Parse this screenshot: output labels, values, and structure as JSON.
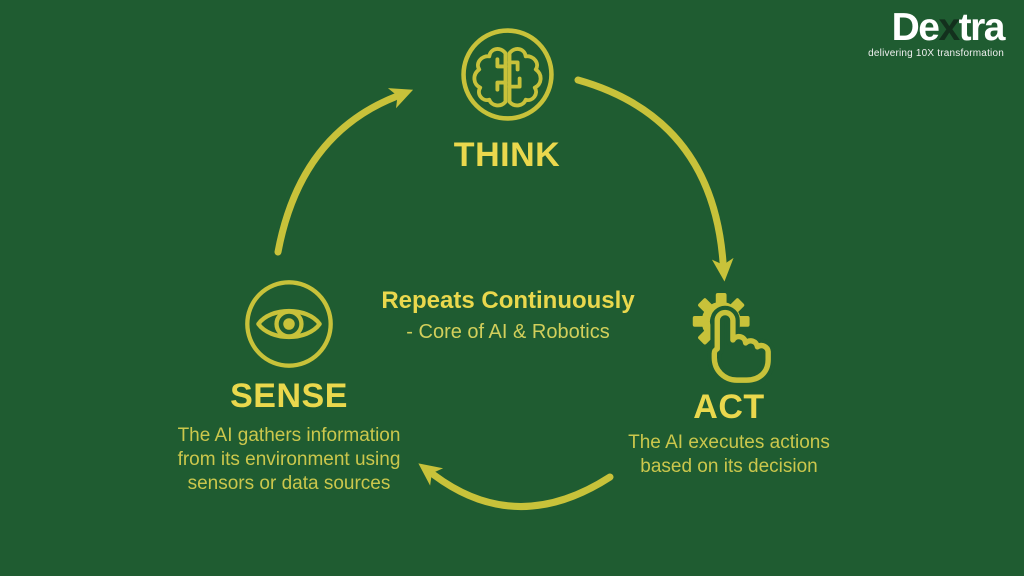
{
  "theme": {
    "background": "#1f5c31",
    "accent": "#c8c23a",
    "heading_color": "#ead84d",
    "body_color": "#cbc74c",
    "subtitle_color": "#d2cf5b",
    "logo_white": "#ffffff",
    "logo_x_color": "#13301d"
  },
  "logo": {
    "text_pre": "De",
    "text_x": "x",
    "text_post": "tra",
    "tagline": "delivering 10X transformation"
  },
  "center": {
    "title": "Repeats Continuously",
    "subtitle": "- Core of AI & Robotics"
  },
  "nodes": {
    "think": {
      "label": "THINK",
      "icon": "brain-icon"
    },
    "sense": {
      "label": "SENSE",
      "icon": "eye-icon",
      "desc_lines": [
        "The AI gathers information",
        "from its environment using",
        "sensors or data sources"
      ]
    },
    "act": {
      "label": "ACT",
      "icon": "tap-gear-icon",
      "desc_lines": [
        "The AI executes actions",
        "based on its decision"
      ]
    }
  }
}
